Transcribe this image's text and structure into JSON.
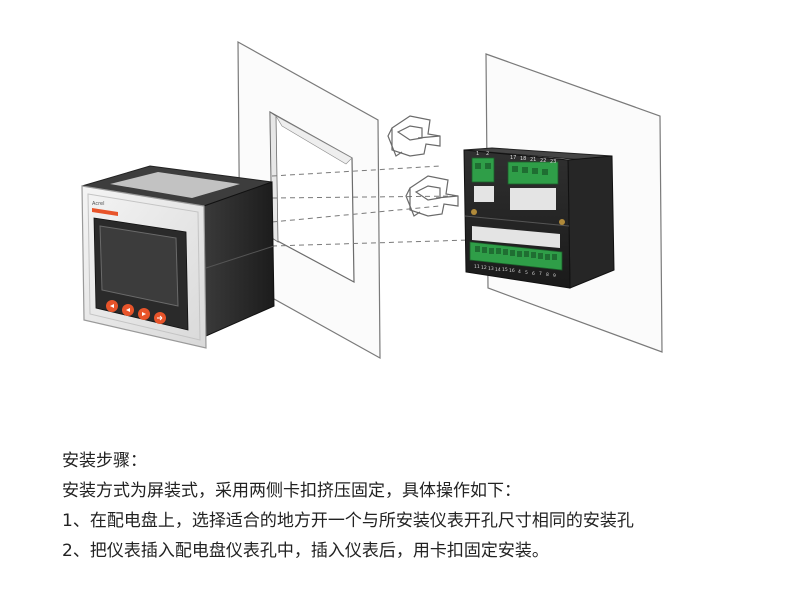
{
  "diagram": {
    "front_brand": "Acrel",
    "front_buttons": [
      "menu",
      "left",
      "right",
      "enter"
    ],
    "rear_top_left_numbers": [
      "1",
      "2"
    ],
    "rear_top_right_numbers": [
      "17",
      "18",
      "21",
      "22",
      "23"
    ],
    "rear_bottom_numbers": [
      "11",
      "12",
      "13",
      "14",
      "15",
      "16",
      "4",
      "5",
      "6",
      "7",
      "8",
      "9"
    ],
    "colors": {
      "panel_edge": "#7a7a7a",
      "meter_body": "#2b2b2b",
      "terminal_green": "#2f9e48",
      "button_orange": "#e8542a",
      "screen": "#3c3c3c"
    }
  },
  "instructions": {
    "heading": "安装步骤：",
    "line1": "安装方式为屏装式，采用两侧卡扣挤压固定，具体操作如下：",
    "line2": "1、在配电盘上，选择适合的地方开一个与所安装仪表开孔尺寸相同的安装孔",
    "line3": "2、把仪表插入配电盘仪表孔中，插入仪表后，用卡扣固定安装。"
  }
}
